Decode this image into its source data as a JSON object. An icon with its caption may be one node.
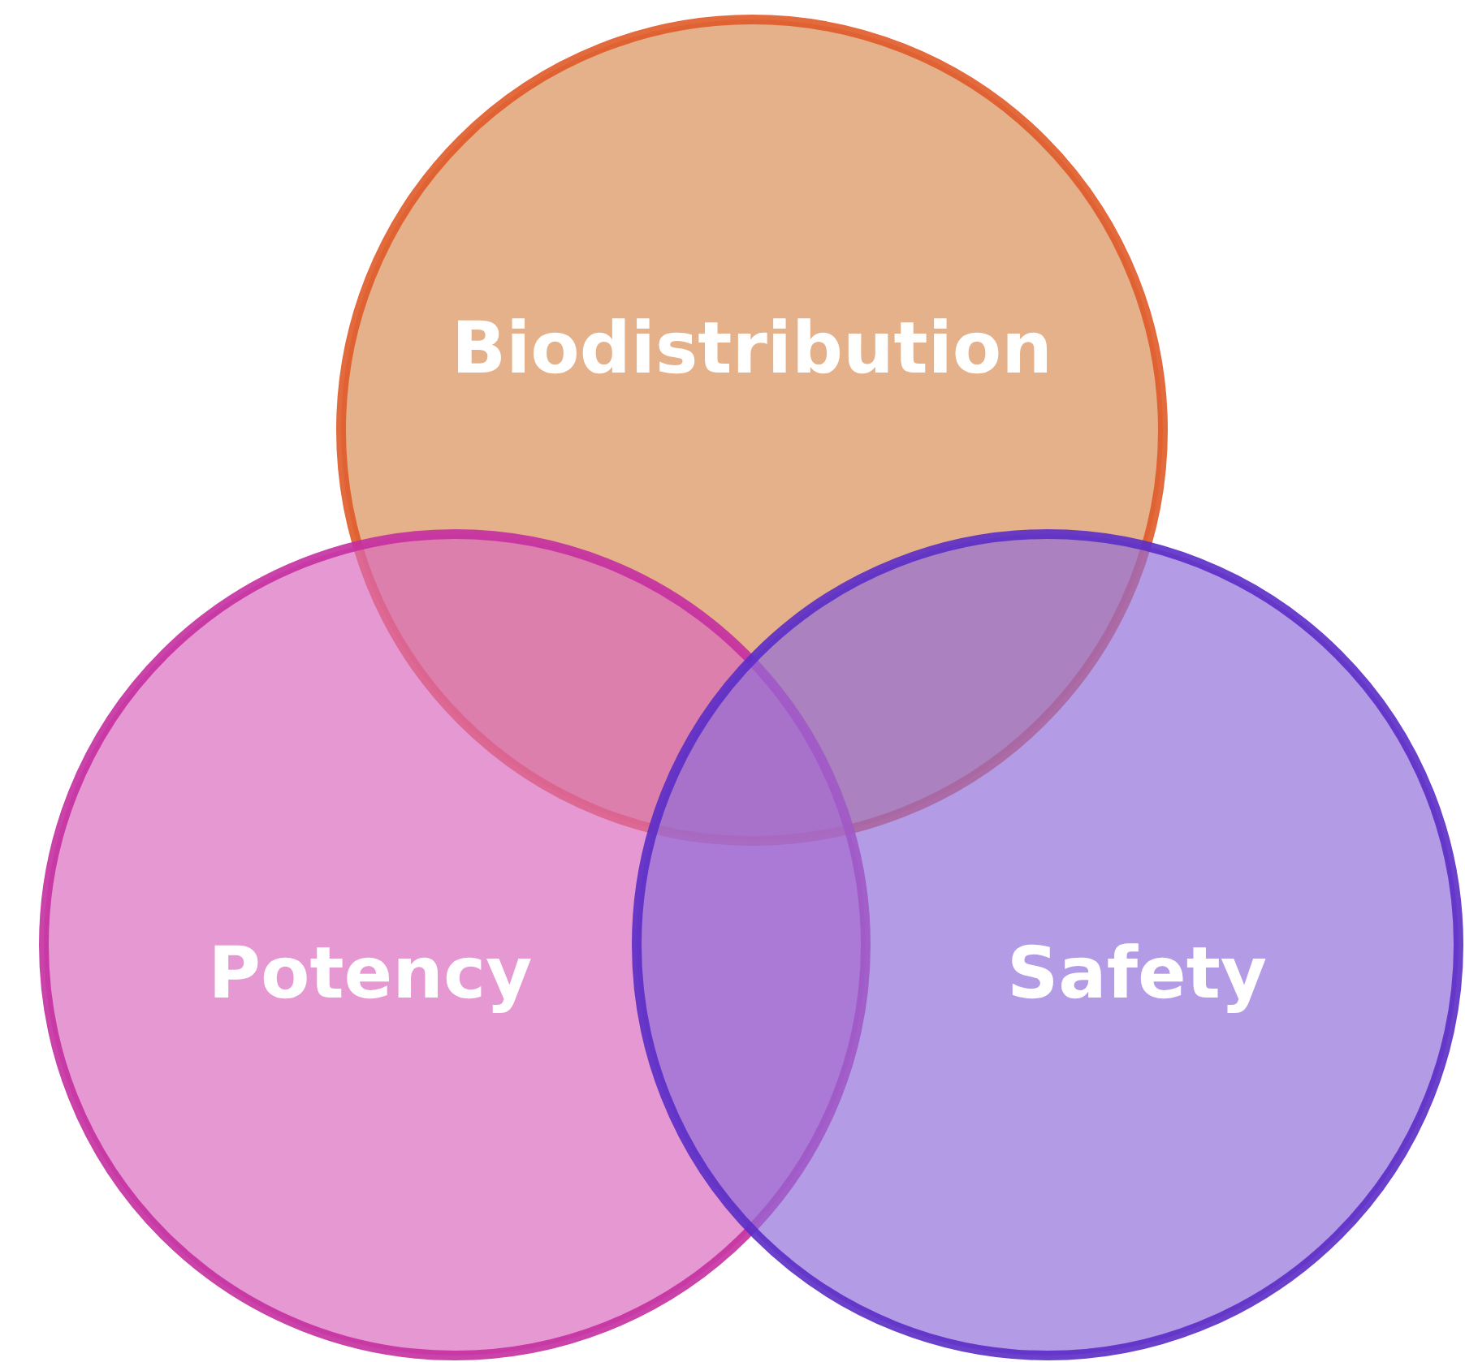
{
  "diagram": {
    "nodes": [
      {
        "text": [
          "Biodistribution"
        ]
      },
      {
        "text": [
          "Potency"
        ]
      },
      {
        "text": [
          "Safety"
        ]
      }
    ]
  }
}
